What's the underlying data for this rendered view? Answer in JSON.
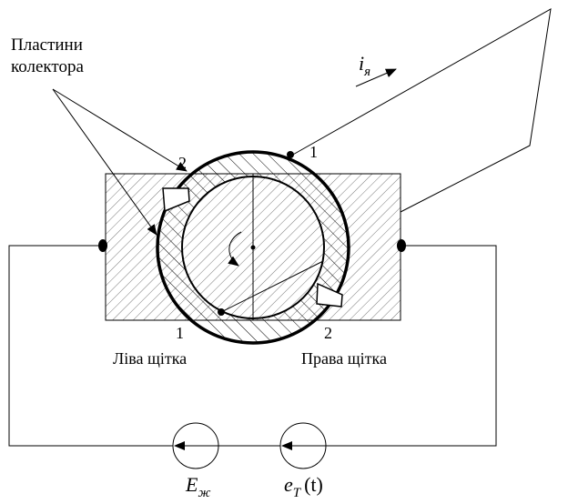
{
  "labels": {
    "collector_plates": [
      "Пластини",
      "колектора"
    ],
    "armature_current": {
      "main": "i",
      "sub": "я"
    },
    "plate_numbers": {
      "top_left": "2",
      "top_right": "1",
      "bottom_left": "1",
      "bottom_right": "2"
    },
    "left_brush": "Ліва щітка",
    "right_brush": "Права щітка",
    "source_e_zh": {
      "main": "E",
      "sub": "ж"
    },
    "source_e_t": {
      "main": "e",
      "sub": "T",
      "arg": "(t)"
    }
  }
}
